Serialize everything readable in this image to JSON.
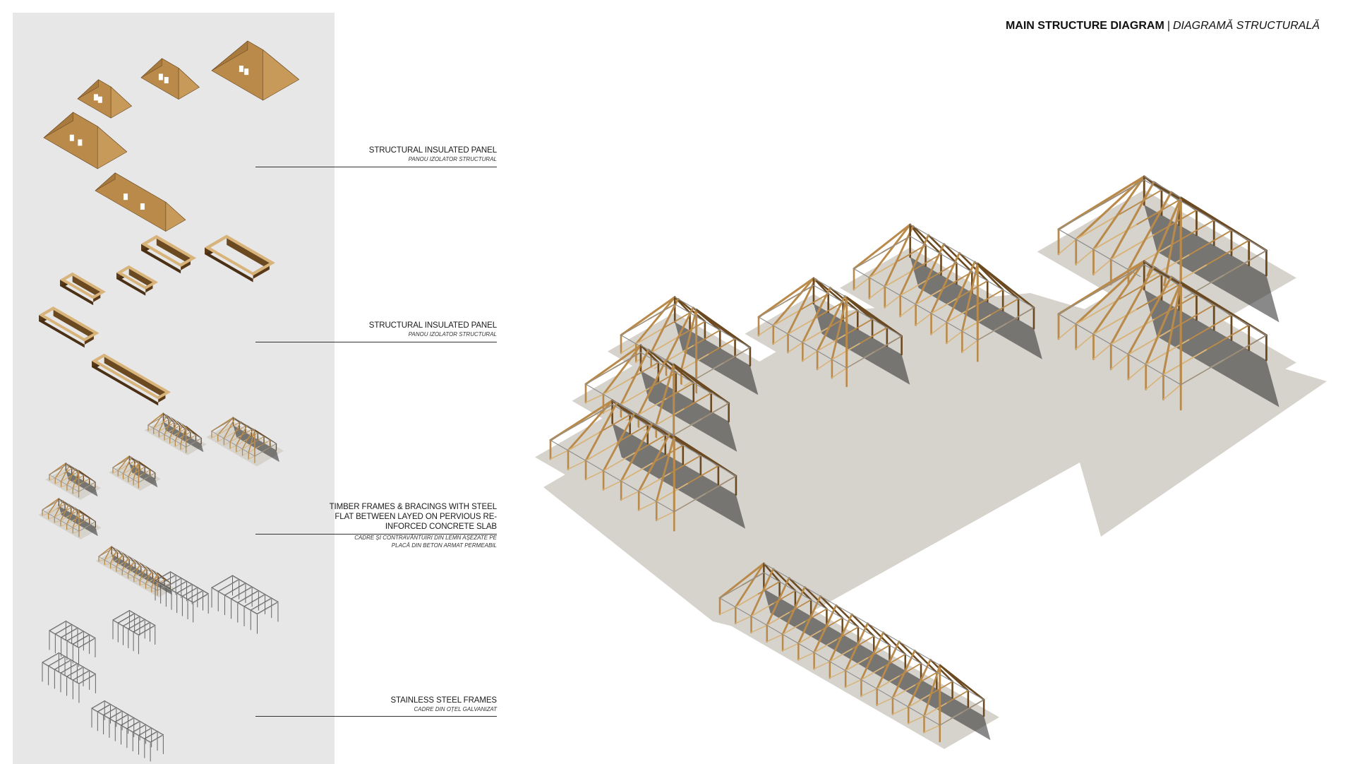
{
  "title": {
    "main": "MAIN STRUCTURE DIAGRAM",
    "separator": "|",
    "alt": "DIAGRAMĂ STRUCTURALĂ"
  },
  "layers": [
    {
      "label_en": [
        "STRUCTURAL INSULATED PANEL"
      ],
      "label_ro": [
        "PANOU IZOLATOR STRUCTURAL"
      ]
    },
    {
      "label_en": [
        "STRUCTURAL INSULATED PANEL"
      ],
      "label_ro": [
        "PANOU IZOLATOR STRUCTURAL"
      ]
    },
    {
      "label_en": [
        "TIMBER FRAMES & BRACINGS WITH STEEL",
        "FLAT BETWEEN LAYED ON PERVIOUS RE-",
        "INFORCED CONCRETE SLAB"
      ],
      "label_ro": [
        "CADRE ȘI CONTRAVÂNTUIRI DIN LEMN AȘEZATE PE",
        "PLACĂ DIN BETON ARMAT PERMEABIL"
      ]
    },
    {
      "label_en": [
        "STAINLESS STEEL FRAMES"
      ],
      "label_ro": [
        "CADRE DIN OȚEL GALVANIZAT"
      ]
    }
  ],
  "colors": {
    "panel_bg": "#e7e7e8",
    "timber": "#b98a49",
    "timber_light": "#d8b47a",
    "timber_dark": "#6b4a22",
    "slab": "#d6d2cc",
    "shadow": "#3a3a3a",
    "steel": "#8f8f8f"
  }
}
